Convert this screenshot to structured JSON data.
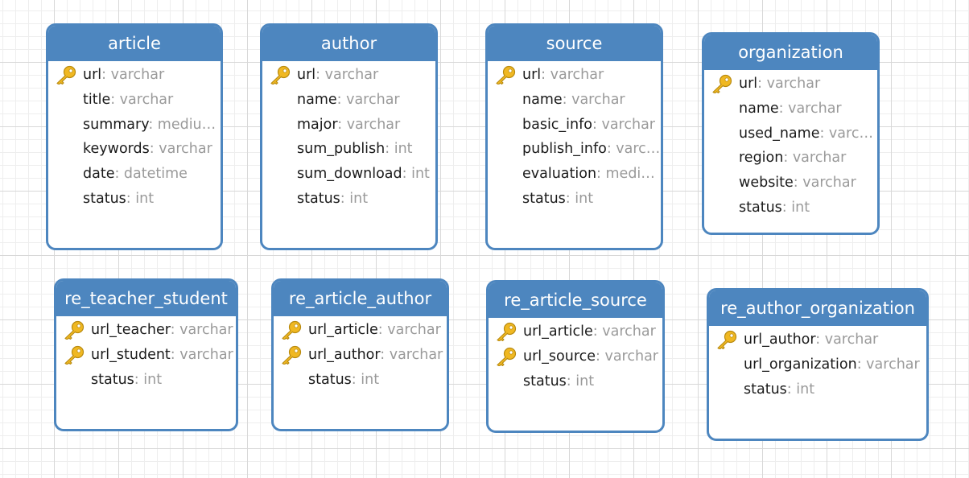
{
  "tables": [
    {
      "name": "article",
      "fields": [
        {
          "name": "url",
          "type": ": varchar",
          "pk": true
        },
        {
          "name": "title",
          "type": ": varchar",
          "pk": false
        },
        {
          "name": "summary",
          "type": ": mediu…",
          "pk": false
        },
        {
          "name": "keywords",
          "type": ": varchar",
          "pk": false
        },
        {
          "name": "date",
          "type": ": datetime",
          "pk": false
        },
        {
          "name": "status",
          "type": ": int",
          "pk": false
        }
      ]
    },
    {
      "name": "author",
      "fields": [
        {
          "name": "url",
          "type": ": varchar",
          "pk": true
        },
        {
          "name": "name",
          "type": ": varchar",
          "pk": false
        },
        {
          "name": "major",
          "type": ": varchar",
          "pk": false
        },
        {
          "name": "sum_publish",
          "type": ": int",
          "pk": false
        },
        {
          "name": "sum_download",
          "type": ": int",
          "pk": false
        },
        {
          "name": "status",
          "type": ": int",
          "pk": false
        }
      ]
    },
    {
      "name": "source",
      "fields": [
        {
          "name": "url",
          "type": ": varchar",
          "pk": true
        },
        {
          "name": "name",
          "type": ": varchar",
          "pk": false
        },
        {
          "name": "basic_info",
          "type": ": varchar",
          "pk": false
        },
        {
          "name": "publish_info",
          "type": ": varc…",
          "pk": false
        },
        {
          "name": "evaluation",
          "type": ": medi…",
          "pk": false
        },
        {
          "name": "status",
          "type": ": int",
          "pk": false
        }
      ]
    },
    {
      "name": "organization",
      "fields": [
        {
          "name": "url",
          "type": ": varchar",
          "pk": true
        },
        {
          "name": "name",
          "type": ": varchar",
          "pk": false
        },
        {
          "name": "used_name",
          "type": ": varc…",
          "pk": false
        },
        {
          "name": "region",
          "type": ": varchar",
          "pk": false
        },
        {
          "name": "website",
          "type": ": varchar",
          "pk": false
        },
        {
          "name": "status",
          "type": ": int",
          "pk": false
        }
      ]
    },
    {
      "name": "re_teacher_student",
      "fields": [
        {
          "name": "url_teacher",
          "type": ": varchar",
          "pk": true
        },
        {
          "name": "url_student",
          "type": ": varchar",
          "pk": true
        },
        {
          "name": "status",
          "type": ": int",
          "pk": false
        }
      ]
    },
    {
      "name": "re_article_author",
      "fields": [
        {
          "name": "url_article",
          "type": ": varchar",
          "pk": true
        },
        {
          "name": "url_author",
          "type": ": varchar",
          "pk": true
        },
        {
          "name": "status",
          "type": ": int",
          "pk": false
        }
      ]
    },
    {
      "name": "re_article_source",
      "fields": [
        {
          "name": "url_article",
          "type": ": varchar",
          "pk": true
        },
        {
          "name": "url_source",
          "type": ": varchar",
          "pk": true
        },
        {
          "name": "status",
          "type": ": int",
          "pk": false
        }
      ]
    },
    {
      "name": "re_author_organization",
      "fields": [
        {
          "name": "url_author",
          "type": ": varchar",
          "pk": true
        },
        {
          "name": "url_organization",
          "type": ": varchar",
          "pk": false
        },
        {
          "name": "status",
          "type": ": int",
          "pk": false
        }
      ]
    }
  ],
  "colors": {
    "header": "#4d86bf",
    "border": "#4d86bf",
    "type_text": "#9a9a9a",
    "key_icon": "#f0b822"
  },
  "icons": {
    "primary_key": "key-icon"
  }
}
